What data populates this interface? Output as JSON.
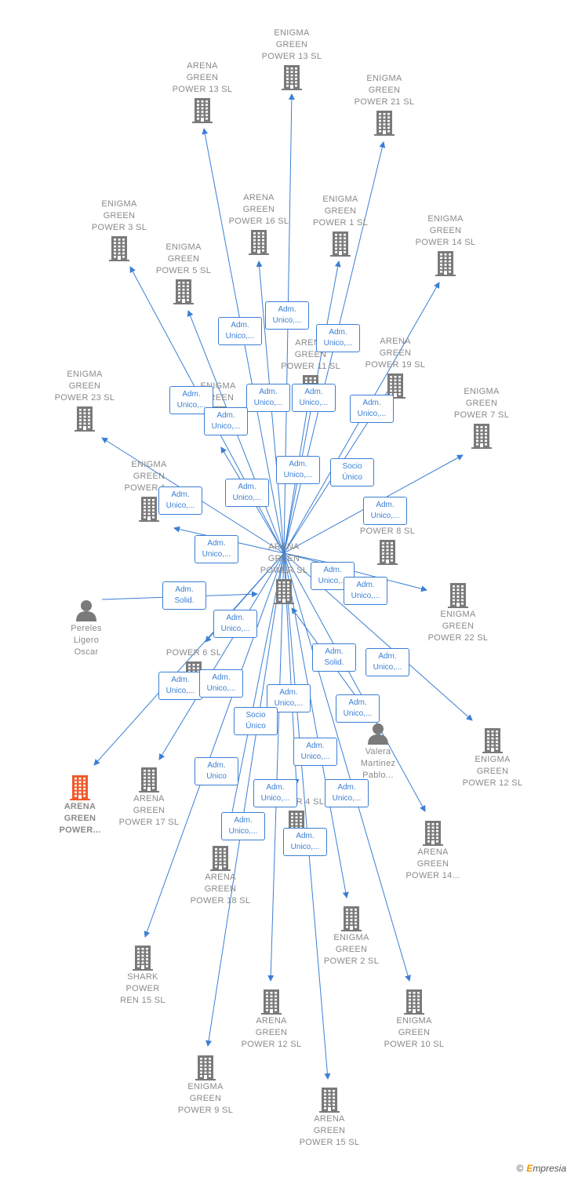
{
  "colors": {
    "edge": "#3b7fd4",
    "building": "#7a7a7a",
    "highlight": "#f2592a",
    "text": "#8a8a8a"
  },
  "nodes": [
    {
      "id": "center",
      "type": "company",
      "label": "ARENA\nGREEN\nPOWER  SL"
    },
    {
      "id": "e13",
      "type": "company",
      "label": "ENIGMA\nGREEN\nPOWER 13  SL"
    },
    {
      "id": "a13",
      "type": "company",
      "label": "ARENA\nGREEN\nPOWER 13  SL"
    },
    {
      "id": "e21",
      "type": "company",
      "label": "ENIGMA\nGREEN\nPOWER 21  SL"
    },
    {
      "id": "e3",
      "type": "company",
      "label": "ENIGMA\nGREEN\nPOWER 3  SL"
    },
    {
      "id": "a16",
      "type": "company",
      "label": "ARENA\nGREEN\nPOWER 16  SL"
    },
    {
      "id": "e1",
      "type": "company",
      "label": "ENIGMA\nGREEN\nPOWER 1  SL"
    },
    {
      "id": "e14",
      "type": "company",
      "label": "ENIGMA\nGREEN\nPOWER 14  SL"
    },
    {
      "id": "e5",
      "type": "company",
      "label": "ENIGMA\nGREEN\nPOWER 5  SL"
    },
    {
      "id": "a11",
      "type": "company",
      "label": "ARENA\nGREEN\nPOWER 11  SL"
    },
    {
      "id": "a19",
      "type": "company",
      "label": "ARENA\nGREEN\nPOWER 19  SL"
    },
    {
      "id": "e23",
      "type": "company",
      "label": "ENIGMA\nGREEN\nPOWER 23  SL"
    },
    {
      "id": "eX",
      "type": "company",
      "label": "ENIGMA\nGREEN"
    },
    {
      "id": "e7",
      "type": "company",
      "label": "ENIGMA\nGREEN\nPOWER 7  SL"
    },
    {
      "id": "e1x",
      "type": "company",
      "label": "ENIGMA\nGREEN\nPOWER 1..."
    },
    {
      "id": "p8",
      "type": "company",
      "label": "POWER 8  SL"
    },
    {
      "id": "e22",
      "type": "company",
      "label": "ENIGMA\nGREEN\nPOWER 22  SL"
    },
    {
      "id": "pereles",
      "type": "person",
      "label": "Pereles\nLigero\nOscar"
    },
    {
      "id": "p6",
      "type": "company",
      "label": "POWER 6  SL"
    },
    {
      "id": "valera",
      "type": "person",
      "label": "Valera\nMartinez\nPablo..."
    },
    {
      "id": "e12",
      "type": "company",
      "label": "ENIGMA\nGREEN\nPOWER 12  SL"
    },
    {
      "id": "agp",
      "type": "company-highlight",
      "label": "ARENA\nGREEN\nPOWER..."
    },
    {
      "id": "a17",
      "type": "company",
      "label": "ARENA\nGREEN\nPOWER 17  SL"
    },
    {
      "id": "e4",
      "type": "company",
      "label": "POWER 4  SL"
    },
    {
      "id": "a14",
      "type": "company",
      "label": "ARENA\nGREEN\nPOWER 14..."
    },
    {
      "id": "a18",
      "type": "company",
      "label": "ARENA\nGREEN\nPOWER 18  SL"
    },
    {
      "id": "e2",
      "type": "company",
      "label": "ENIGMA\nGREEN\nPOWER 2  SL"
    },
    {
      "id": "shark",
      "type": "company",
      "label": "SHARK\nPOWER\nREN 15  SL"
    },
    {
      "id": "a12",
      "type": "company",
      "label": "ARENA\nGREEN\nPOWER 12  SL"
    },
    {
      "id": "e10",
      "type": "company",
      "label": "ENIGMA\nGREEN\nPOWER 10  SL"
    },
    {
      "id": "e9",
      "type": "company",
      "label": "ENIGMA\nGREEN\nPOWER 9  SL"
    },
    {
      "id": "a15",
      "type": "company",
      "label": "ARENA\nGREEN\nPOWER 15  SL"
    }
  ],
  "edge_labels": [
    "Adm.\nUnico,...",
    "Adm.\nUnico,...",
    "Adm.\nUnico,...",
    "Adm.\nUnico,...",
    "Adm.\nUnico,...",
    "Adm.\nUnico,...",
    "Adm.\nUnico,...",
    "Adm.\nUnico,...",
    "Adm.\nUnico,...",
    "Adm.\nUnico,...",
    "Socio\nÚnico",
    "Adm.\nUnico,...",
    "Adm.\nUnico,...",
    "Adm.\nUnico,...",
    "Adm.\nUnico,...",
    "Adm.\nUnico,...",
    "Adm.\nSolid.",
    "Adm.\nUnico,...",
    "Adm.\nSolid.",
    "Adm.\nUnico,...",
    "Adm.\nUnico,...",
    "Adm.\nUnico,...",
    "Adm.\nUnico,...",
    "Adm.\nUnico,...",
    "Socio\nÚnico",
    "Adm.\nUnico,...",
    "Adm.\nUnico",
    "Adm.\nUnico,...",
    "Adm.\nUnico,...",
    "Adm.\nUnico,...",
    "Adm.\nUnico,..."
  ],
  "copyright": {
    "symbol": "©",
    "brand_first": "E",
    "brand_rest": "mpresia"
  }
}
